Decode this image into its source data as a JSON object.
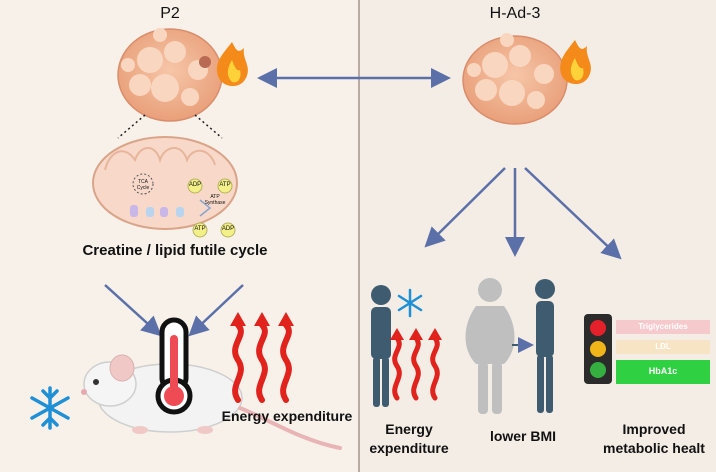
{
  "left": {
    "title": "P2",
    "cycle_label": "Creatine / lipid futile cycle",
    "energy_label": "Energy expenditure",
    "mito": {
      "adp1": "ADP",
      "atp1": "ATP",
      "atp_synthase": "ATP Synthase",
      "atp2": "ATP",
      "adp2": "ADP",
      "tca": "TCA Cycle"
    }
  },
  "right": {
    "title": "H-Ad-3",
    "energy_label": "Energy expenditure",
    "bmi_label": "lower BMI",
    "metabolic_label": "Improved metabolic healt",
    "bars": {
      "triglycerides": "Triglycerides",
      "ldl": "LDL",
      "hba1c": "HbA1c"
    }
  },
  "colors": {
    "arrow": "#5b6fa8",
    "fat_cell": "#f2b48f",
    "fat_droplet": "#f9d6bf",
    "flame": "#f48a1a",
    "heat_wave": "#e0231c",
    "person": "#3e5b70",
    "person_before": "#bfbfbf",
    "snowflake": "#1f8fd6",
    "traffic_red": "#e4212a",
    "traffic_yellow": "#f0b518",
    "traffic_green": "#35b040",
    "bar_red": "#f6c9cc",
    "bar_yellow": "#f6e4c4",
    "bar_green": "#2fd142"
  }
}
